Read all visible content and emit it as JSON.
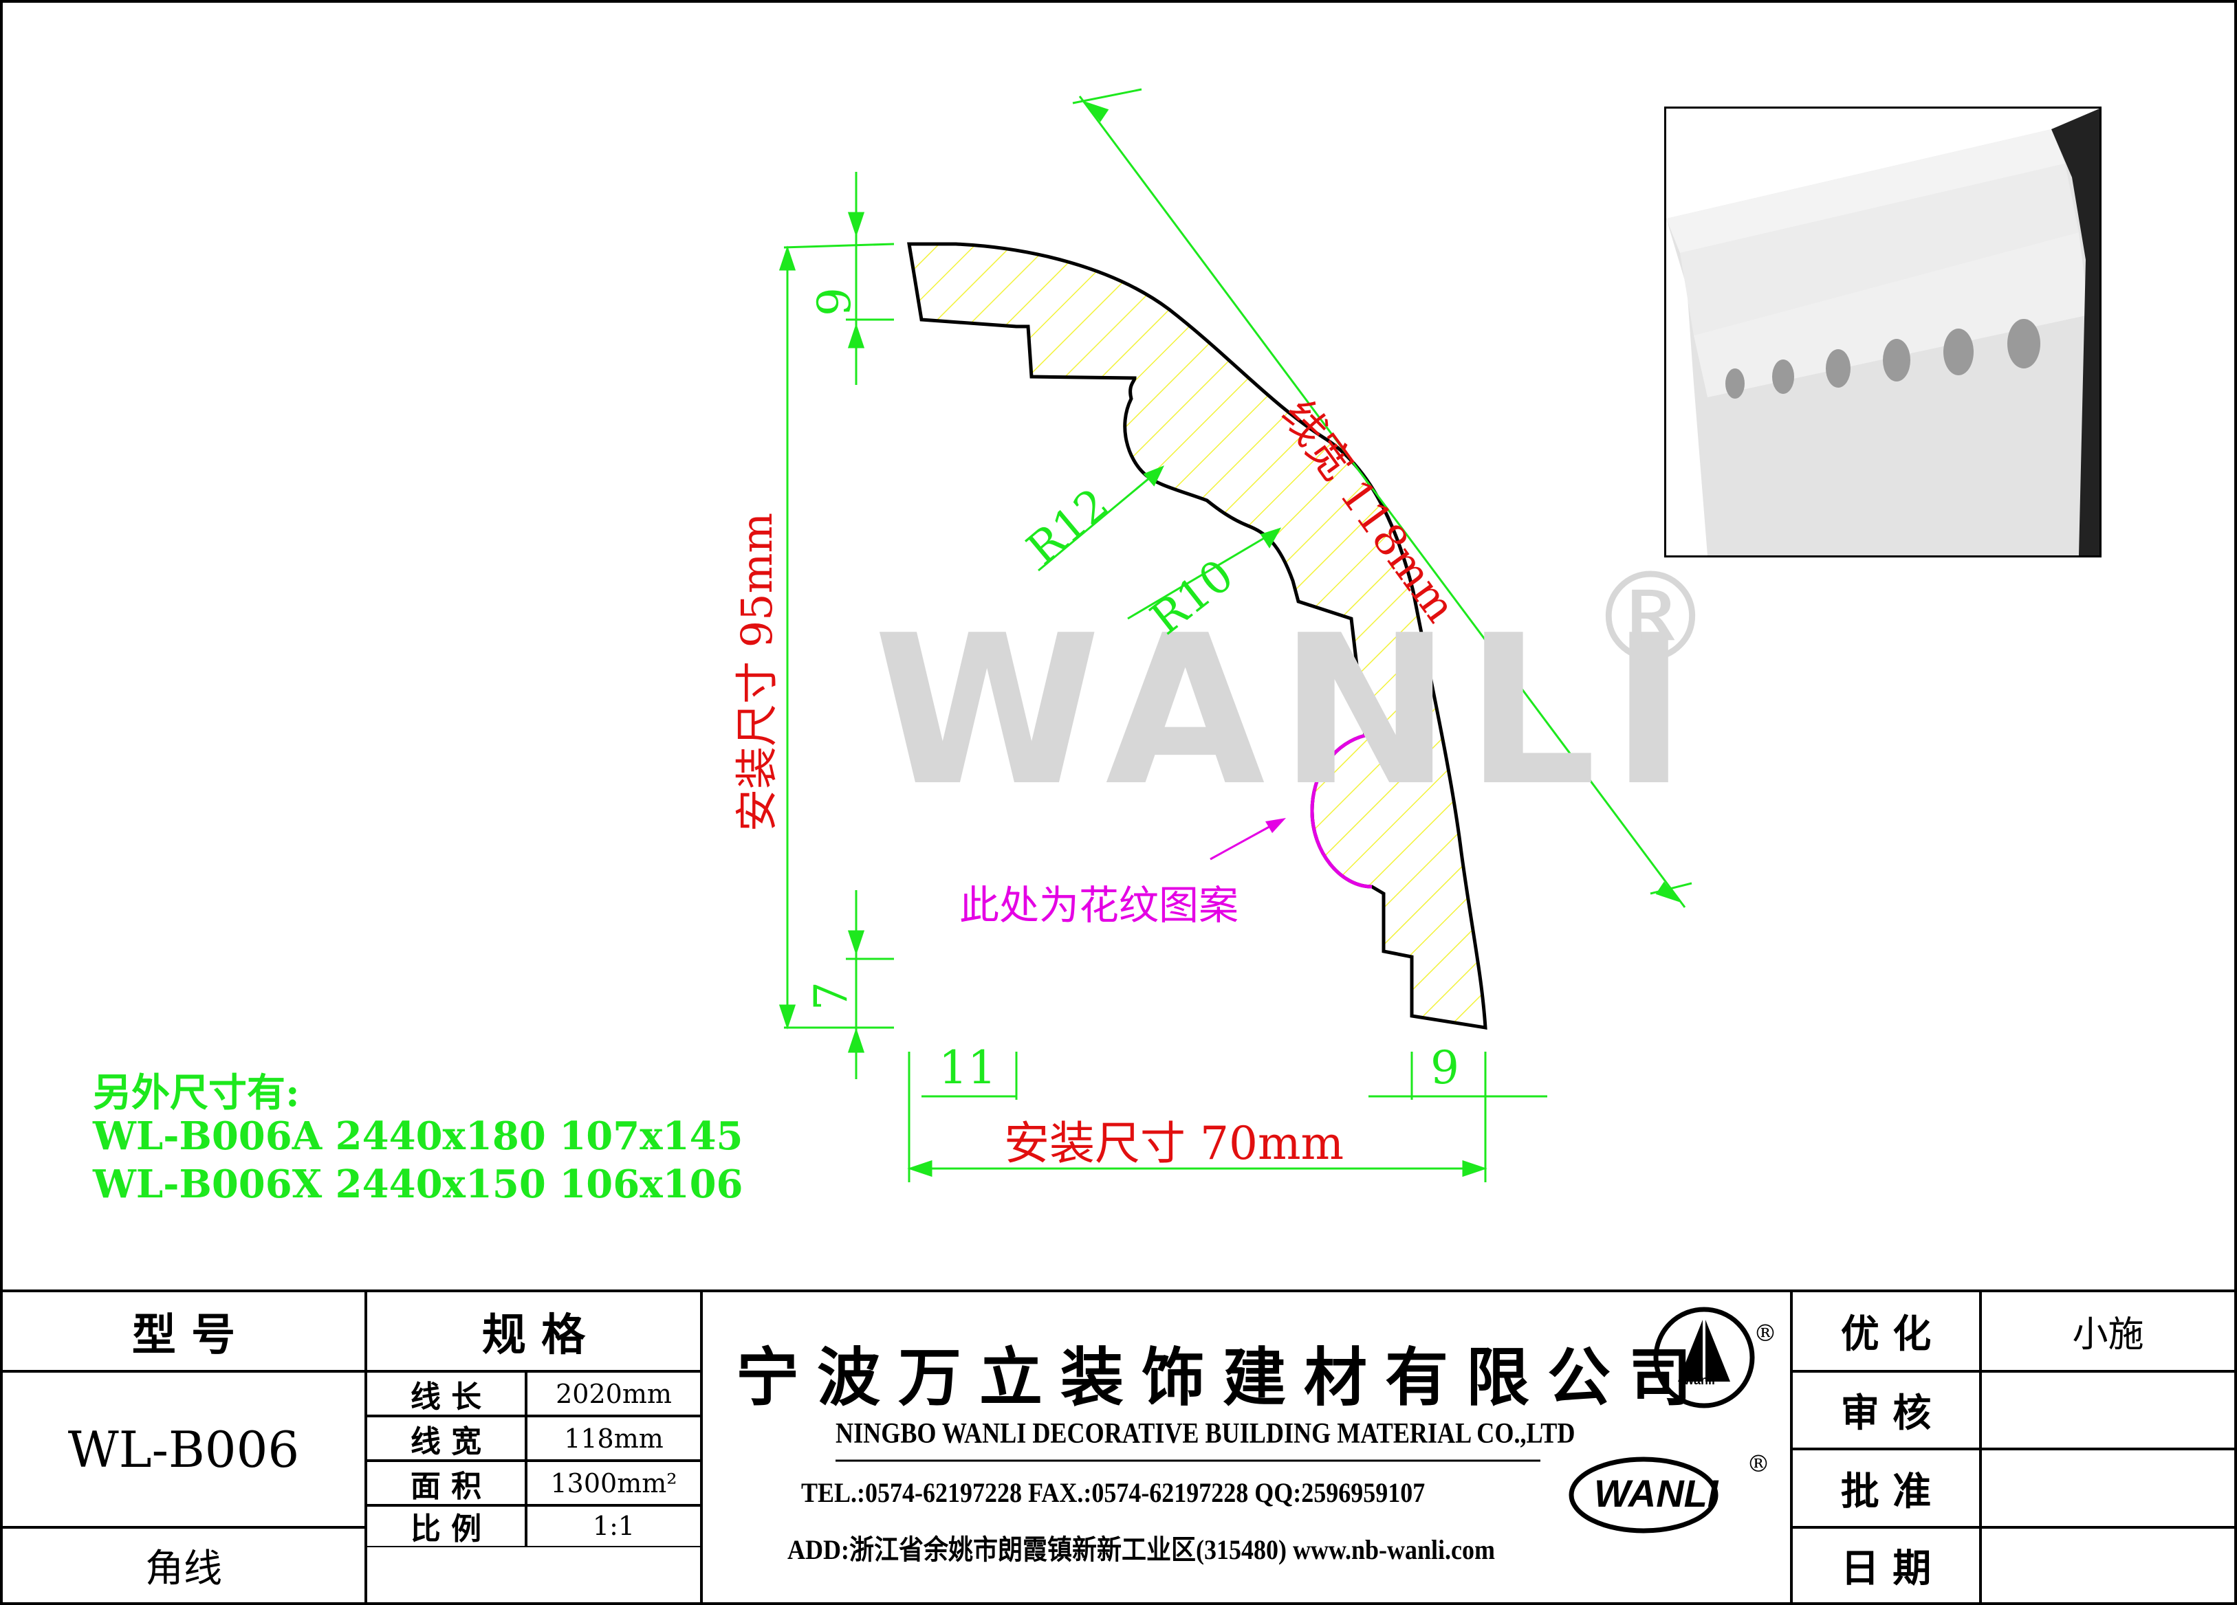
{
  "watermark": {
    "brand": "WANLI",
    "registered": "®"
  },
  "drawing": {
    "width_label": "线宽 118mm",
    "height_label": "安装尺寸 95mm",
    "bottom_label": "安装尺寸 70mm",
    "dim_top": "9",
    "dim_bottom": "7",
    "dim_left": "11",
    "dim_right": "9",
    "radius_1": "R12",
    "radius_2": "R10",
    "pattern_note": "此处为花纹图案"
  },
  "other_sizes": {
    "heading": "另外尺寸有:",
    "lines": [
      "WL-B006A 2440x180 107x145",
      "WL-B006X 2440x150 106x106"
    ]
  },
  "title_block": {
    "model_header": "型  号",
    "spec_header": "规  格",
    "model": "WL-B006",
    "category": "角线",
    "specs": [
      {
        "label": "线 长",
        "value": "2020mm"
      },
      {
        "label": "线 宽",
        "value": "118mm"
      },
      {
        "label": "面 积",
        "value": "1300mm²"
      },
      {
        "label": "比 例",
        "value": "1:1"
      }
    ],
    "company_cn": "宁波万立装饰建材有限公司",
    "company_en": "NINGBO WANLI DECORATIVE BUILDING MATERIAL CO.,LTD",
    "contact": "TEL.:0574-62197228  FAX.:0574-62197228  QQ:2596959107",
    "address": "ADD:浙江省余姚市朗霞镇新新工业区(315480)  www.nb-wanli.com",
    "logo_text": "WANLI",
    "logo_small": "wanli",
    "reg": "®",
    "approvals": [
      {
        "label": "优 化",
        "value": "小施"
      },
      {
        "label": "审 核",
        "value": ""
      },
      {
        "label": "批 准",
        "value": ""
      },
      {
        "label": "日 期",
        "value": ""
      }
    ]
  },
  "colors": {
    "dimension": "#1de81d",
    "label": "#e10f0f",
    "note": "#e400e4",
    "hatch": "#f2f23a"
  }
}
